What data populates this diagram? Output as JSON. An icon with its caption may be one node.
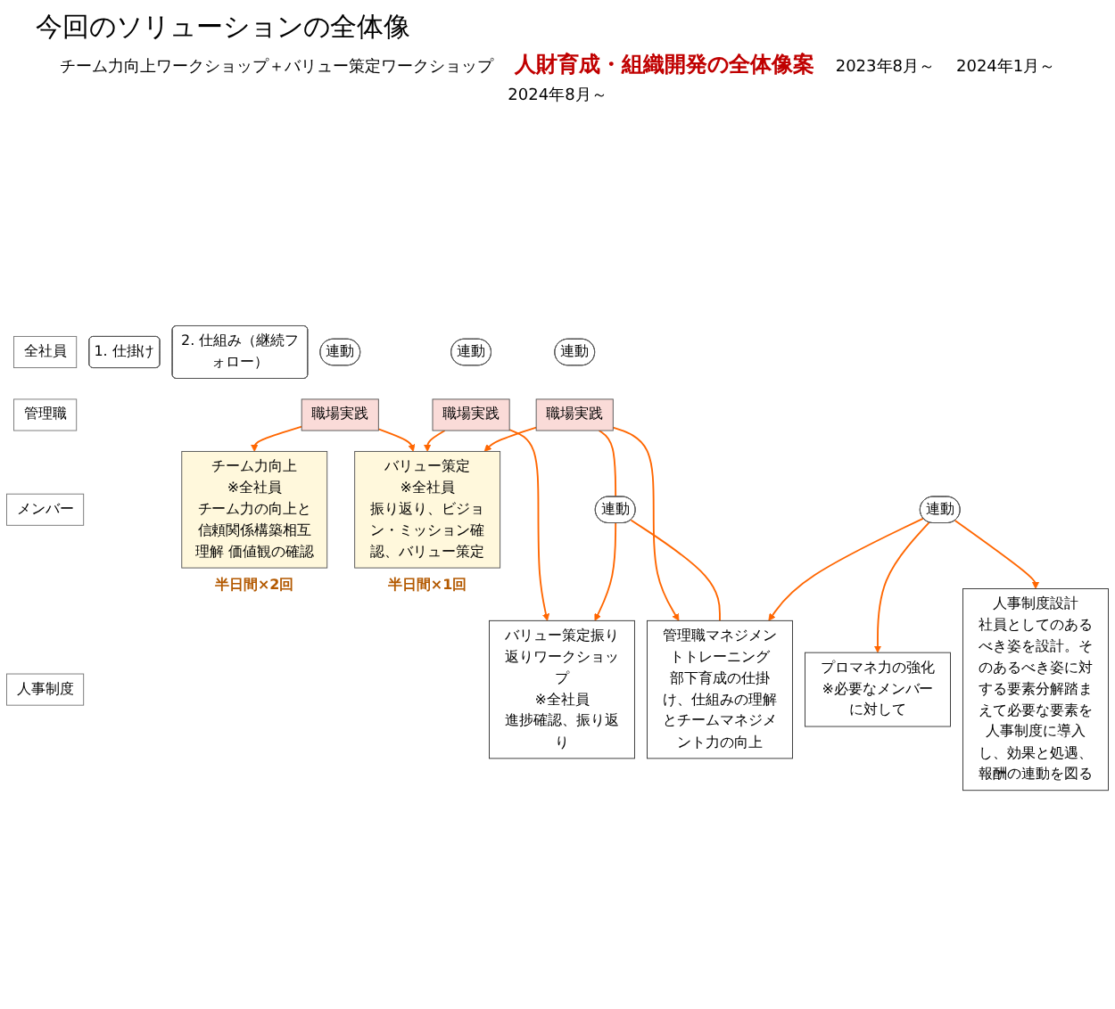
{
  "diagram": {
    "title": "今回のソリューションの全体像",
    "nodes": [
      {
        "text": [
          "全社員"
        ]
      },
      {
        "text": [
          "管理職"
        ]
      },
      {
        "text": [
          "メンバー"
        ]
      },
      {
        "text": [
          "人事制度"
        ]
      },
      {
        "text": [
          "1. 仕掛け"
        ]
      },
      {
        "text": [
          "2. 仕組み（継続フォロー）"
        ]
      },
      {
        "text": [
          "チーム力向上",
          "※全社員",
          "チーム力の向上と信頼関係構築相互理解 価値観の確認"
        ],
        "beside": [
          "半日間×2回"
        ]
      },
      {
        "text": [
          "連動"
        ]
      },
      {
        "text": [
          "職場実践"
        ]
      },
      {
        "text": [
          "バリュー策定",
          "※全社員",
          "振り返り、ビジョン・ミッション確認、バリュー策定"
        ],
        "beside": [
          "半日間×1回"
        ]
      },
      {
        "text": [
          "連動"
        ]
      },
      {
        "text": [
          "職場実践"
        ]
      },
      {
        "text": [
          "バリュー策定振り返りワークショップ",
          "※全社員",
          "進捗確認、振り返り"
        ]
      },
      {
        "text": [
          "連動"
        ]
      },
      {
        "text": [
          "職場実践"
        ]
      },
      {
        "text": [
          "連動"
        ]
      },
      {
        "text": [
          "管理職マネジメントトレーニング",
          "部下育成の仕掛け、仕組みの理解とチームマネジメント力の向上"
        ]
      },
      {
        "text": [
          "プロマネ力の強化",
          "※必要なメンバーに対して"
        ]
      },
      {
        "text": [
          "連動"
        ]
      },
      {
        "text": [
          "人事制度設計",
          "社員としてのあるべき姿を設計。そのあるべき姿に対する要素分解踏まえて必要な要素を人事制度に導入し、効果と処遇、報酬の連動を図る"
        ]
      }
    ],
    "edges": [
      {
        "from": 8,
        "to": 6,
        "arrow": "to"
      },
      {
        "from": 8,
        "to": 9,
        "arrow": "to"
      },
      {
        "from": 11,
        "to": 9,
        "arrow": "to"
      },
      {
        "from": 11,
        "to": 12,
        "arrow": "to"
      },
      {
        "from": 14,
        "to": 9,
        "arrow": "to"
      },
      {
        "from": 14,
        "to": 16,
        "arrow": "to"
      },
      {
        "from": 14,
        "to": 15,
        "arrow": "none"
      },
      {
        "from": 15,
        "to": 12,
        "arrow": "to"
      },
      {
        "from": 15,
        "to": 16,
        "arrow": "none"
      },
      {
        "from": 18,
        "to": 16,
        "arrow": "to"
      },
      {
        "from": 18,
        "to": 17,
        "arrow": "to"
      },
      {
        "from": 18,
        "to": 19,
        "arrow": "to"
      }
    ],
    "labels": [
      "チーム力向上ワークショップ＋バリュー策定ワークショップ",
      "人財育成・組織開発の全体像案",
      "2023年8月～",
      "2024年1月～",
      "2024年8月～"
    ]
  }
}
